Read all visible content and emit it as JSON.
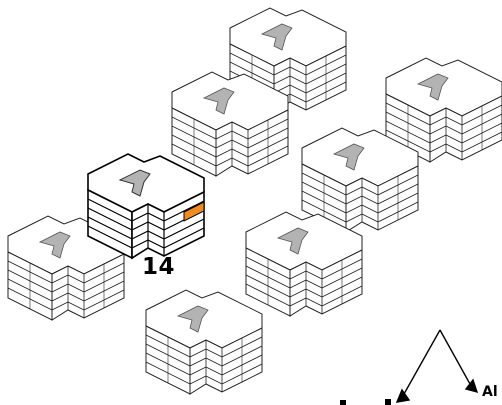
{
  "diagram": {
    "highlighted_building_label": "14",
    "compass_label": "Al",
    "colors": {
      "outline": "#222222",
      "wall": "#ffffff",
      "roof_accent": "#b3b3b3",
      "highlight_unit": "#f08a24"
    },
    "buildings": [
      {
        "id": "building-top-center",
        "floors": 5,
        "highlighted": false
      },
      {
        "id": "building-left-upper",
        "floors": 5,
        "highlighted": false
      },
      {
        "id": "building-right-upper",
        "floors": 5,
        "highlighted": false
      },
      {
        "id": "building-center-right",
        "floors": 5,
        "highlighted": false
      },
      {
        "id": "building-14",
        "floors": 5,
        "highlighted": true
      },
      {
        "id": "building-left-lower",
        "floors": 5,
        "highlighted": false
      },
      {
        "id": "building-center-lower",
        "floors": 5,
        "highlighted": false
      },
      {
        "id": "building-bottom-center",
        "floors": 5,
        "highlighted": false
      }
    ]
  }
}
